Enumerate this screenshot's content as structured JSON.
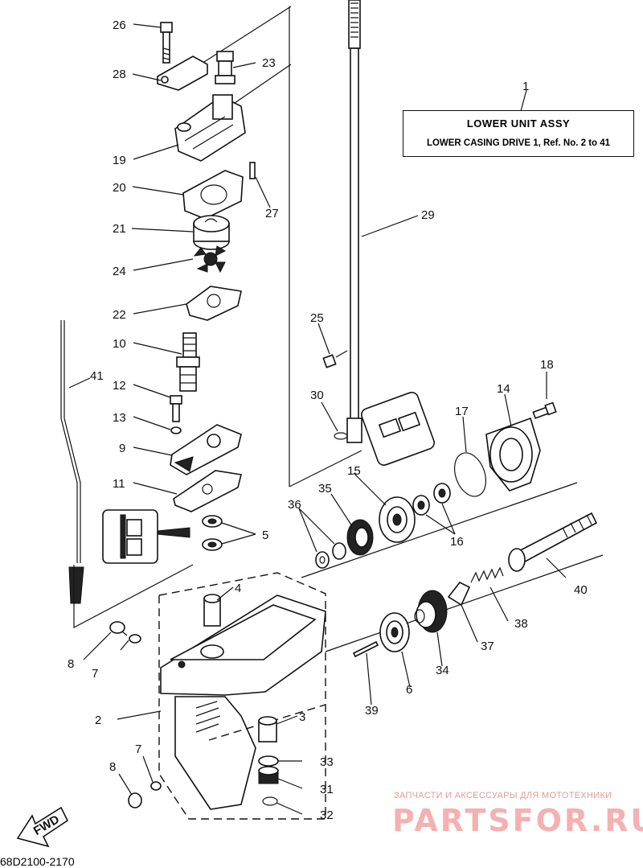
{
  "diagram_code": "68D2100-2170",
  "title_box": {
    "line1": "LOWER  UNIT  ASSY",
    "line2": "LOWER CASING DRIVE 1,  Ref. No. 2 to 41"
  },
  "callouts": {
    "c1": "1",
    "c2": "2",
    "c3": "3",
    "c4": "4",
    "c5": "5",
    "c6": "6",
    "c7a": "7",
    "c7b": "7",
    "c8a": "8",
    "c8b": "8",
    "c9": "9",
    "c10": "10",
    "c11": "11",
    "c12": "12",
    "c13": "13",
    "c14": "14",
    "c15": "15",
    "c16": "16",
    "c17": "17",
    "c18": "18",
    "c19": "19",
    "c20": "20",
    "c21": "21",
    "c22": "22",
    "c23": "23",
    "c24": "24",
    "c25": "25",
    "c26": "26",
    "c27": "27",
    "c28": "28",
    "c29": "29",
    "c30": "30",
    "c31": "31",
    "c32": "32",
    "c33": "33",
    "c34": "34",
    "c35": "35",
    "c36": "36",
    "c37": "37",
    "c38": "38",
    "c39": "39",
    "c40": "40",
    "c41": "41"
  },
  "fwd_label": "FWD",
  "watermark": {
    "tagline": "ЗАПЧАСТИ И АКСЕССУАРЫ ДЛЯ МОТОТЕХНИКИ",
    "brand": "PARTSFOR.RU"
  }
}
